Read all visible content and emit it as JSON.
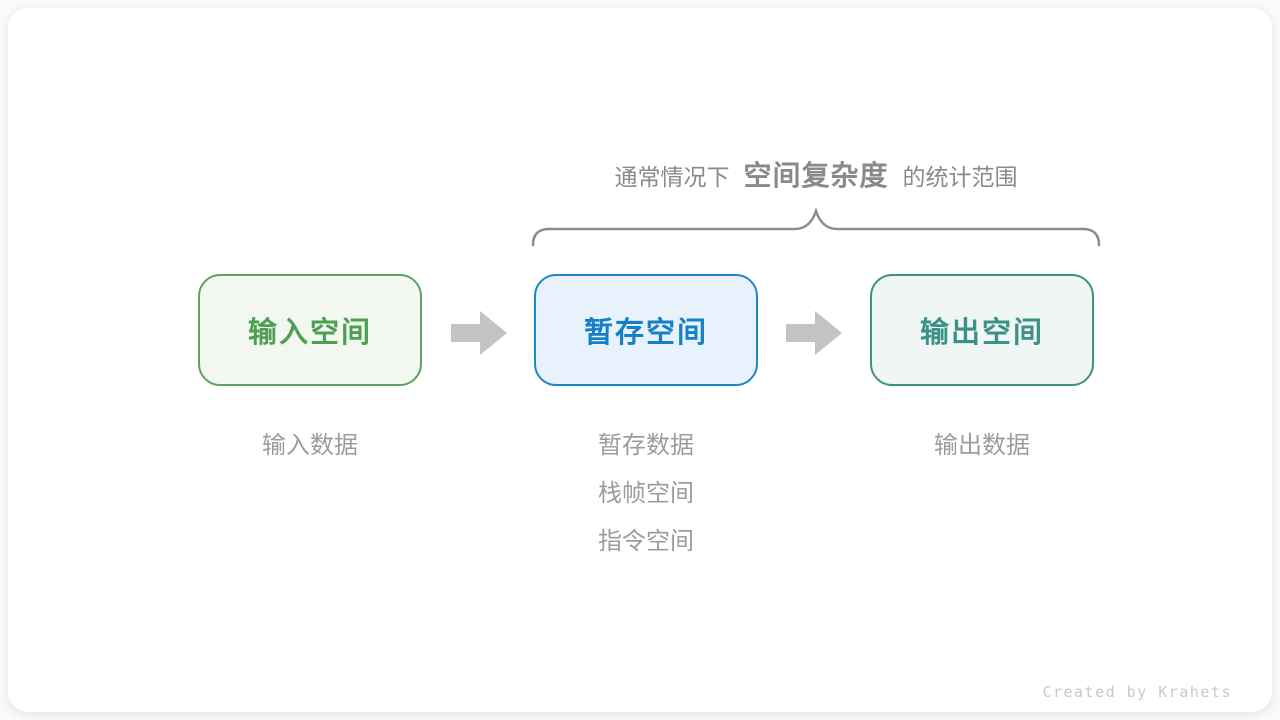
{
  "title": {
    "prefix": "通常情况下",
    "highlight": "空间复杂度",
    "suffix": "的统计范围"
  },
  "boxes": [
    {
      "label": "输入空间",
      "border_color": "#61a061",
      "bg_color": "#f2f8ef",
      "text_color": "#4f9f52"
    },
    {
      "label": "暂存空间",
      "border_color": "#1e87c8",
      "bg_color": "#e7f2fc",
      "text_color": "#1580c5"
    },
    {
      "label": "输出空间",
      "border_color": "#3e9185",
      "bg_color": "#eff6f3",
      "text_color": "#3b9187"
    }
  ],
  "annotations": {
    "input": [
      "输入数据"
    ],
    "temp": [
      "暂存数据",
      "栈帧空间",
      "指令空间"
    ],
    "output": [
      "输出数据"
    ]
  },
  "footer": {
    "credit": "Created by Krahets"
  },
  "colors": {
    "title_text": "#8a8a8a",
    "brace_stroke": "#8d8d8d",
    "arrow_fill": "#c3c3c3",
    "annotation_text": "#9c9c9c",
    "credit_text": "#c9c9c9",
    "card_bg": "#ffffff",
    "page_bg": "#fafafa"
  }
}
